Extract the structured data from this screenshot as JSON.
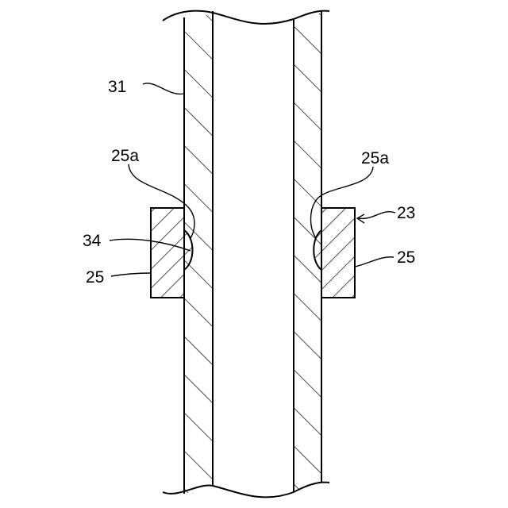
{
  "labels": {
    "tube": "31",
    "groove_left": "25a",
    "groove_right": "25a",
    "ring_assembly": "23",
    "protrusion": "34",
    "ring_left": "25",
    "ring_right": "25"
  }
}
